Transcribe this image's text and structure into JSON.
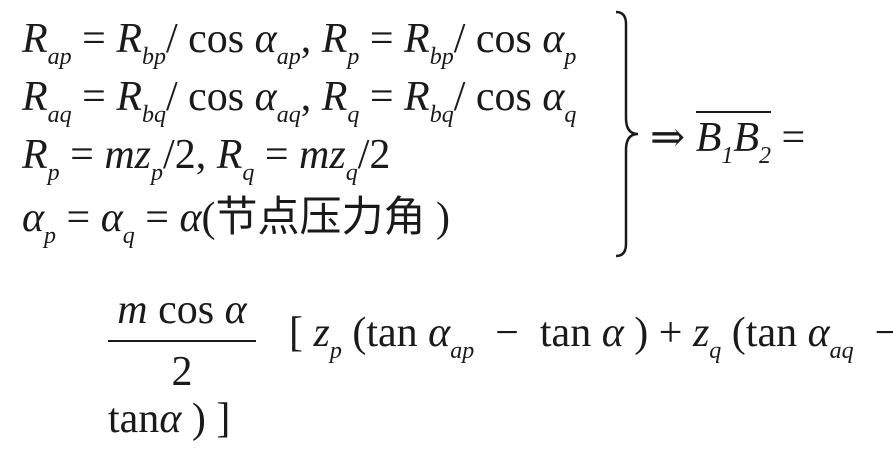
{
  "system_lines": [
    [
      [
        "R",
        "i"
      ],
      [
        "ap",
        "s"
      ],
      [
        " = ",
        "n"
      ],
      [
        "R",
        "i"
      ],
      [
        "bp",
        "s"
      ],
      [
        "/ cos ",
        "n"
      ],
      [
        "α",
        "i"
      ],
      [
        "ap",
        "s"
      ],
      [
        ", ",
        "n"
      ],
      [
        "R",
        "i"
      ],
      [
        "p",
        "s"
      ],
      [
        " = ",
        "n"
      ],
      [
        "R",
        "i"
      ],
      [
        "bp",
        "s"
      ],
      [
        "/ cos ",
        "n"
      ],
      [
        "α",
        "i"
      ],
      [
        "p",
        "s"
      ]
    ],
    [
      [
        "R",
        "i"
      ],
      [
        "aq",
        "s"
      ],
      [
        " = ",
        "n"
      ],
      [
        "R",
        "i"
      ],
      [
        "bq",
        "s"
      ],
      [
        "/ cos ",
        "n"
      ],
      [
        "α",
        "i"
      ],
      [
        "aq",
        "s"
      ],
      [
        ", ",
        "n"
      ],
      [
        "R",
        "i"
      ],
      [
        "q",
        "s"
      ],
      [
        " = ",
        "n"
      ],
      [
        "R",
        "i"
      ],
      [
        "bq",
        "s"
      ],
      [
        "/ cos ",
        "n"
      ],
      [
        "α",
        "i"
      ],
      [
        "q",
        "s"
      ]
    ],
    [
      [
        "R",
        "i"
      ],
      [
        "p",
        "s"
      ],
      [
        " = ",
        "n"
      ],
      [
        "mz",
        "i"
      ],
      [
        "p",
        "s"
      ],
      [
        "/2, ",
        "n"
      ],
      [
        "R",
        "i"
      ],
      [
        "q",
        "s"
      ],
      [
        " = ",
        "n"
      ],
      [
        "mz",
        "i"
      ],
      [
        "q",
        "s"
      ],
      [
        "/2",
        "n"
      ]
    ],
    [
      [
        "α",
        "i"
      ],
      [
        "p",
        "s"
      ],
      [
        " = ",
        "n"
      ],
      [
        "α",
        "i"
      ],
      [
        "q",
        "s"
      ],
      [
        " = ",
        "n"
      ],
      [
        "α",
        "i"
      ],
      [
        "(节点压力角 )",
        "n"
      ]
    ]
  ],
  "implies": "⇒ ",
  "result_lhs": {
    "b": "B",
    "sub1": "1",
    "b2": "B",
    "sub2": "2",
    "eq": " ="
  },
  "fraction": {
    "numerator_m": "m",
    "numerator_rest": " cos ",
    "numerator_alpha": "α",
    "denominator": "2"
  },
  "bracket_line": [
    [
      "  [ ",
      "n"
    ],
    [
      "z",
      "i"
    ],
    [
      "p",
      "s"
    ],
    [
      " (tan ",
      "n"
    ],
    [
      "α",
      "i"
    ],
    [
      "ap",
      "s"
    ],
    [
      "  −  tan ",
      "n"
    ],
    [
      "α",
      "i"
    ],
    [
      " ) + ",
      "n"
    ],
    [
      "z",
      "i"
    ],
    [
      "q",
      "s"
    ],
    [
      " (tan ",
      "n"
    ],
    [
      "α",
      "i"
    ],
    [
      "aq",
      "s"
    ],
    [
      "  −",
      "n"
    ]
  ],
  "last_line": [
    [
      "tan",
      "n"
    ],
    [
      "α",
      "i"
    ],
    [
      " ) ]",
      "n"
    ]
  ]
}
